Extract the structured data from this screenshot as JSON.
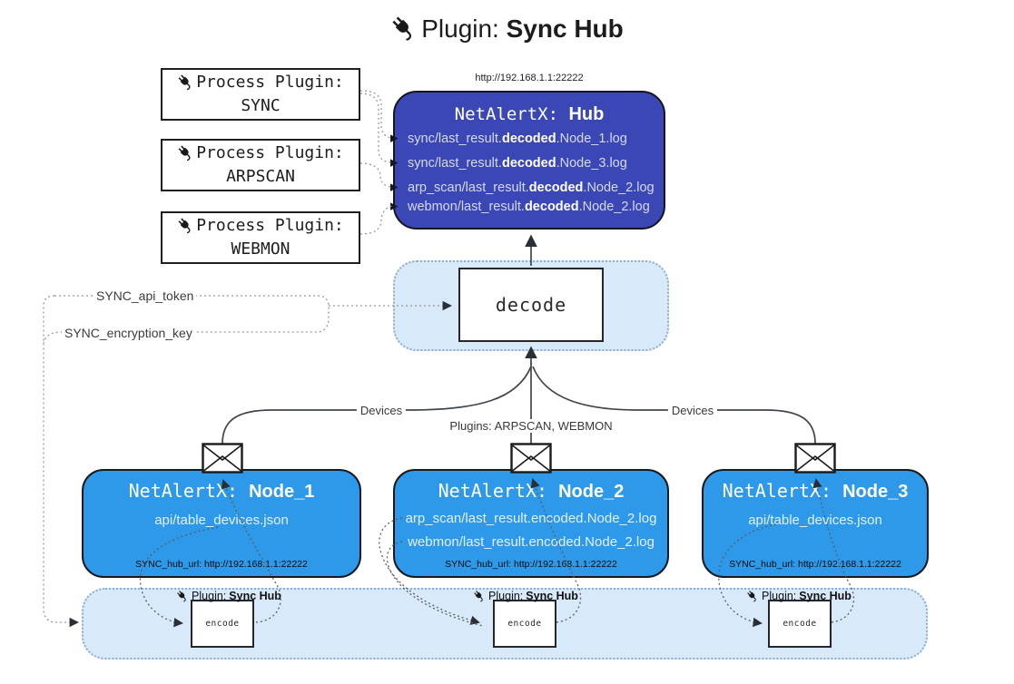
{
  "title": {
    "prefix": "Plugin: ",
    "name": "Sync Hub"
  },
  "icons": {
    "plug": "plug-icon (power plug, black)",
    "envelope": "envelope-icon (white closed envelope)",
    "row_arrow": "triangle-right-icon"
  },
  "process_plugins": [
    {
      "label": "Process Plugin:",
      "name": "SYNC"
    },
    {
      "label": "Process Plugin:",
      "name": "ARPSCAN"
    },
    {
      "label": "Process Plugin:",
      "name": "WEBMON"
    }
  ],
  "hub": {
    "url": "http://192.168.1.1:22222",
    "title_prefix": "NetAlertX: ",
    "title_name": "Hub",
    "files": [
      {
        "pre": "sync/last_result.",
        "bold": "decoded",
        "post": ".Node_1.log"
      },
      {
        "pre": "sync/last_result.",
        "bold": "decoded",
        "post": ".Node_3.log"
      },
      {
        "pre": "arp_scan/last_result.",
        "bold": "decoded",
        "post": ".Node_2.log"
      },
      {
        "pre": "webmon/last_result.",
        "bold": "decoded",
        "post": ".Node_2.log"
      }
    ]
  },
  "decode": {
    "label": "decode"
  },
  "tokens": {
    "api_token": "SYNC_api_token",
    "encryption_key": "SYNC_encryption_key"
  },
  "edge_labels": {
    "left": "Devices",
    "middle": "Plugins: ARPSCAN, WEBMON",
    "right": "Devices"
  },
  "nodes": [
    {
      "title_prefix": "NetAlertX: ",
      "title_name": "Node_1",
      "files": [
        "api/table_devices.json"
      ],
      "hub_url": "SYNC_hub_url: http://192.168.1.1:22222"
    },
    {
      "title_prefix": "NetAlertX: ",
      "title_name": "Node_2",
      "files": [
        "arp_scan/last_result.encoded.Node_2.log",
        "webmon/last_result.encoded.Node_2.log"
      ],
      "hub_url": "SYNC_hub_url: http://192.168.1.1:22222"
    },
    {
      "title_prefix": "NetAlertX: ",
      "title_name": "Node_3",
      "files": [
        "api/table_devices.json"
      ],
      "hub_url": "SYNC_hub_url: http://192.168.1.1:22222"
    }
  ],
  "encode_band": {
    "plugin_prefix": "Plugin: ",
    "plugin_name": "Sync Hub",
    "encode_label": "encode"
  },
  "colors": {
    "hub_fill": "#3a47b5",
    "node_fill": "#2d99e8",
    "panel_fill": "#d8e9f9",
    "panel_border": "#8fadd0",
    "solid_line": "#40454d",
    "dotted_line": "#8a8a8a",
    "hub_text": "#d6daf0"
  }
}
